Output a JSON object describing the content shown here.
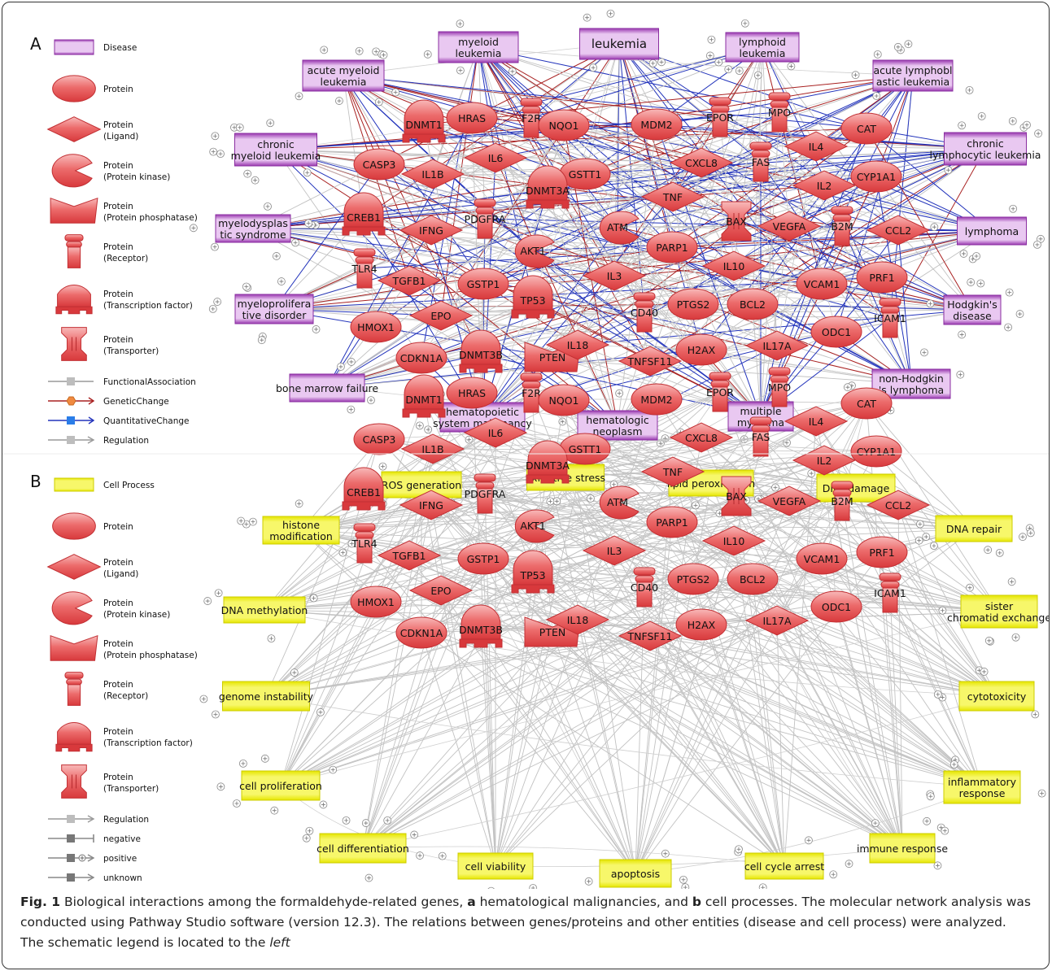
{
  "panels": [
    {
      "letter": "A",
      "legend": [
        {
          "type": "disease",
          "label1": "Disease",
          "label2": ""
        },
        {
          "type": "protein",
          "label1": "Protein",
          "label2": ""
        },
        {
          "type": "ligand",
          "label1": "Protein",
          "label2": "(Ligand)"
        },
        {
          "type": "kinase",
          "label1": "Protein",
          "label2": "(Protein kinase)"
        },
        {
          "type": "phosphatase",
          "label1": "Protein",
          "label2": "(Protein phosphatase)"
        },
        {
          "type": "receptor",
          "label1": "Protein",
          "label2": "(Receptor)"
        },
        {
          "type": "tf",
          "label1": "Protein",
          "label2": "(Transcription factor)"
        },
        {
          "type": "transporter",
          "label1": "Protein",
          "label2": "(Transporter)"
        }
      ],
      "edge_legend": [
        {
          "kind": "functional",
          "label": "FunctionalAssociation"
        },
        {
          "kind": "genetic",
          "label": "GeneticChange"
        },
        {
          "kind": "quantitative",
          "label": "QuantitativeChange"
        },
        {
          "kind": "regulation",
          "label": "Regulation"
        }
      ],
      "entities": [
        {
          "label1": "leukemia",
          "label2": ""
        },
        {
          "label1": "myeloid",
          "label2": "leukemia"
        },
        {
          "label1": "lymphoid",
          "label2": "leukemia"
        },
        {
          "label1": "acute myeloid",
          "label2": "leukemia"
        },
        {
          "label1": "acute lymphobl",
          "label2": "astic leukemia"
        },
        {
          "label1": "chronic",
          "label2": "myeloid leukemia"
        },
        {
          "label1": "chronic",
          "label2": "lymphocytic leukemia"
        },
        {
          "label1": "myelodysplas",
          "label2": "tic syndrome"
        },
        {
          "label1": "lymphoma",
          "label2": ""
        },
        {
          "label1": "myeloprolifera",
          "label2": "tive disorder"
        },
        {
          "label1": "Hodgkin's",
          "label2": "disease"
        },
        {
          "label1": "bone marrow failure",
          "label2": ""
        },
        {
          "label1": "non-Hodgkin",
          "label2": "'s lymphoma"
        },
        {
          "label1": "hematopoietic",
          "label2": "system malignancy"
        },
        {
          "label1": "hematologic",
          "label2": "neoplasm"
        },
        {
          "label1": "multiple",
          "label2": "myeloma"
        }
      ]
    },
    {
      "letter": "B",
      "legend": [
        {
          "type": "cellprocess",
          "label1": "Cell Process",
          "label2": ""
        },
        {
          "type": "protein",
          "label1": "Protein",
          "label2": ""
        },
        {
          "type": "ligand",
          "label1": "Protein",
          "label2": "(Ligand)"
        },
        {
          "type": "kinase",
          "label1": "Protein",
          "label2": "(Protein kinase)"
        },
        {
          "type": "phosphatase",
          "label1": "Protein",
          "label2": "(Protein phosphatase)"
        },
        {
          "type": "receptor",
          "label1": "Protein",
          "label2": "(Receptor)"
        },
        {
          "type": "tf",
          "label1": "Protein",
          "label2": "(Transcription factor)"
        },
        {
          "type": "transporter",
          "label1": "Protein",
          "label2": "(Transporter)"
        }
      ],
      "edge_legend": [
        {
          "kind": "regulation",
          "label": "Regulation"
        },
        {
          "kind": "negative",
          "label": "negative"
        },
        {
          "kind": "positive",
          "label": "positive"
        },
        {
          "kind": "unknown",
          "label": "unknown"
        }
      ],
      "entities": [
        {
          "label1": "ROS generation",
          "label2": ""
        },
        {
          "label1": "oxidative stress",
          "label2": ""
        },
        {
          "label1": "lipid peroxidation",
          "label2": ""
        },
        {
          "label1": "DNA damage",
          "label2": ""
        },
        {
          "label1": "histone",
          "label2": "modification"
        },
        {
          "label1": "DNA repair",
          "label2": ""
        },
        {
          "label1": "DNA methylation",
          "label2": ""
        },
        {
          "label1": "sister",
          "label2": "chromatid exchange"
        },
        {
          "label1": "genome instability",
          "label2": ""
        },
        {
          "label1": "cytotoxicity",
          "label2": ""
        },
        {
          "label1": "cell proliferation",
          "label2": ""
        },
        {
          "label1": "inflammatory",
          "label2": "response"
        },
        {
          "label1": "cell differentiation",
          "label2": ""
        },
        {
          "label1": "cell viability",
          "label2": ""
        },
        {
          "label1": "apoptosis",
          "label2": ""
        },
        {
          "label1": "cell cycle arrest",
          "label2": ""
        },
        {
          "label1": "immune response",
          "label2": ""
        }
      ]
    }
  ],
  "proteins": [
    {
      "label": "DNMT1",
      "shape": "tf"
    },
    {
      "label": "HRAS",
      "shape": "protein"
    },
    {
      "label": "F2R",
      "shape": "receptor"
    },
    {
      "label": "NQO1",
      "shape": "protein"
    },
    {
      "label": "MDM2",
      "shape": "protein"
    },
    {
      "label": "EPOR",
      "shape": "receptor"
    },
    {
      "label": "MPO",
      "shape": "receptor"
    },
    {
      "label": "CAT",
      "shape": "protein"
    },
    {
      "label": "IL6",
      "shape": "ligand"
    },
    {
      "label": "IL4",
      "shape": "ligand"
    },
    {
      "label": "CASP3",
      "shape": "protein"
    },
    {
      "label": "IL1B",
      "shape": "ligand"
    },
    {
      "label": "GSTT1",
      "shape": "protein"
    },
    {
      "label": "CXCL8",
      "shape": "ligand"
    },
    {
      "label": "FAS",
      "shape": "receptor"
    },
    {
      "label": "CYP1A1",
      "shape": "protein"
    },
    {
      "label": "DNMT3A",
      "shape": "tf"
    },
    {
      "label": "TNF",
      "shape": "ligand"
    },
    {
      "label": "IL2",
      "shape": "ligand"
    },
    {
      "label": "CREB1",
      "shape": "tf"
    },
    {
      "label": "PDGFRA",
      "shape": "receptor"
    },
    {
      "label": "IFNG",
      "shape": "ligand"
    },
    {
      "label": "ATM",
      "shape": "kinase"
    },
    {
      "label": "BAX",
      "shape": "transporter"
    },
    {
      "label": "VEGFA",
      "shape": "ligand"
    },
    {
      "label": "B2M",
      "shape": "receptor"
    },
    {
      "label": "CCL2",
      "shape": "ligand"
    },
    {
      "label": "AKT1",
      "shape": "kinase"
    },
    {
      "label": "PARP1",
      "shape": "protein"
    },
    {
      "label": "IL10",
      "shape": "ligand"
    },
    {
      "label": "TLR4",
      "shape": "receptor"
    },
    {
      "label": "TGFB1",
      "shape": "ligand"
    },
    {
      "label": "GSTP1",
      "shape": "protein"
    },
    {
      "label": "IL3",
      "shape": "ligand"
    },
    {
      "label": "TP53",
      "shape": "tf"
    },
    {
      "label": "VCAM1",
      "shape": "protein"
    },
    {
      "label": "PRF1",
      "shape": "protein"
    },
    {
      "label": "CD40",
      "shape": "receptor"
    },
    {
      "label": "PTGS2",
      "shape": "protein"
    },
    {
      "label": "BCL2",
      "shape": "protein"
    },
    {
      "label": "HMOX1",
      "shape": "protein"
    },
    {
      "label": "EPO",
      "shape": "ligand"
    },
    {
      "label": "ICAM1",
      "shape": "receptor"
    },
    {
      "label": "CDKN1A",
      "shape": "protein"
    },
    {
      "label": "DNMT3B",
      "shape": "tf"
    },
    {
      "label": "PTEN",
      "shape": "phosphatase"
    },
    {
      "label": "IL18",
      "shape": "ligand"
    },
    {
      "label": "H2AX",
      "shape": "protein"
    },
    {
      "label": "IL17A",
      "shape": "ligand"
    },
    {
      "label": "ODC1",
      "shape": "protein"
    },
    {
      "label": "TNFSF11",
      "shape": "ligand"
    }
  ],
  "colors": {
    "protein_fill": "#e8585a",
    "protein_light": "#f7b3b3",
    "disease_dark": "#9a39b0",
    "disease_light": "#e8c6f0",
    "cellprocess": "#eeee22",
    "functional_edge": "#b8b8b8",
    "genetic_edge": "#a82020",
    "quantitative_edge": "#2233bb",
    "regulation_edge": "#9a9a9a"
  },
  "caption": {
    "fig_label": "Fig. 1",
    "part1": " Biological interactions among the formaldehyde-related genes, ",
    "a": "a",
    "part2": " hematological malignancies, and ",
    "b": "b",
    "part3": " cell processes. The molecular network analysis was conducted using Pathway Studio software (version 12.3). The relations between genes/proteins and other entities (disease and cell process) were analyzed. The schematic legend is located to the ",
    "italic": "left"
  }
}
